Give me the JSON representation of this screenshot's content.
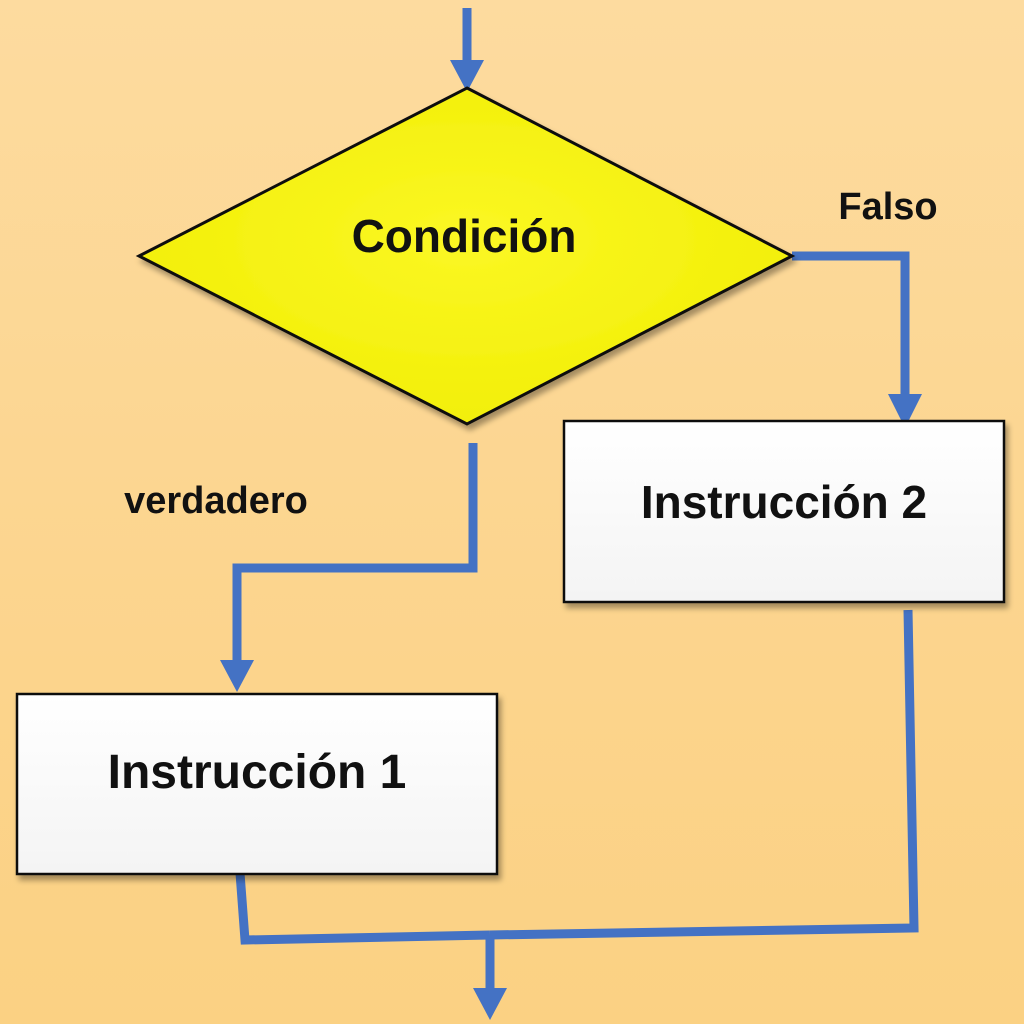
{
  "flowchart": {
    "decision": {
      "label": "Condición"
    },
    "process_true": {
      "label": "Instrucción 1"
    },
    "process_false": {
      "label": "Instrucción 2"
    },
    "branch_true_label": "verdadero",
    "branch_false_label": "Falso"
  },
  "colors": {
    "arrow": "#4472c4",
    "decision_fill": "#f5f20c",
    "box_fill": "#ffffff",
    "outline": "#111111"
  }
}
